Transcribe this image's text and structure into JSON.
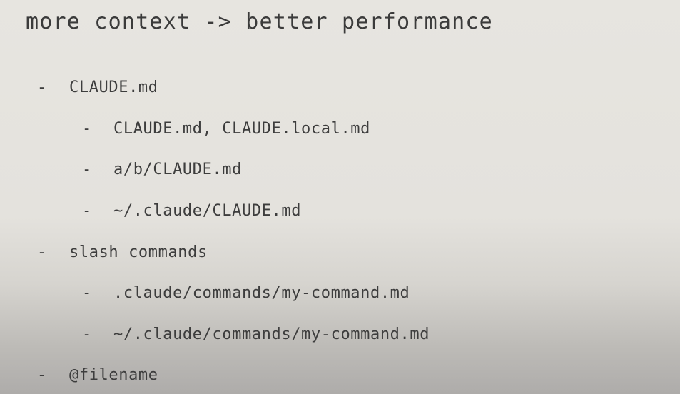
{
  "slide": {
    "title": "more context -> better performance",
    "bullet_marker": "-",
    "items": [
      {
        "level": 1,
        "text": "CLAUDE.md"
      },
      {
        "level": 2,
        "text": "CLAUDE.md, CLAUDE.local.md"
      },
      {
        "level": 2,
        "text": "a/b/CLAUDE.md"
      },
      {
        "level": 2,
        "text": "~/.claude/CLAUDE.md"
      },
      {
        "level": 1,
        "text": "slash commands"
      },
      {
        "level": 2,
        "text": ".claude/commands/my-command.md"
      },
      {
        "level": 2,
        "text": "~/.claude/commands/my-command.md"
      },
      {
        "level": 1,
        "text": "@filename"
      }
    ]
  }
}
